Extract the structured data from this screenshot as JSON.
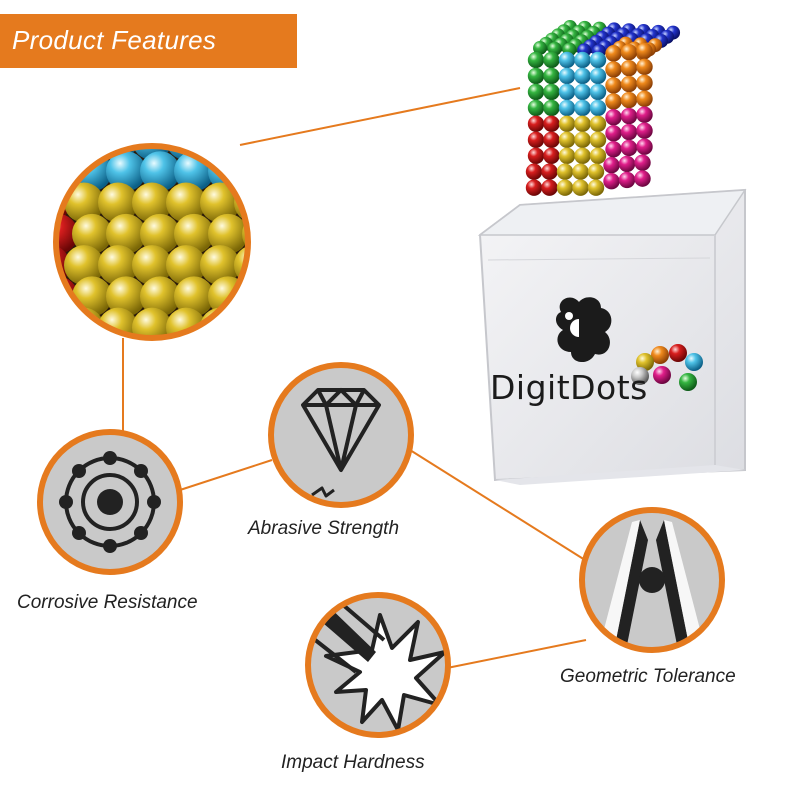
{
  "banner": {
    "title": "Product Features"
  },
  "product": {
    "brand": "DigitDots"
  },
  "features": {
    "corrosive": "Corrosive Resistance",
    "abrasive": "Abrasive Strength",
    "geometric": "Geometric Tolerance",
    "impact": "Impact Hardness"
  },
  "colors": {
    "accent": "#e57a1e",
    "icon_bg": "#c9c9c9",
    "icon_fg": "#222222"
  },
  "icons": {
    "corrosive": "atom-orbit-icon",
    "abrasive": "diamond-icon",
    "geometric": "ball-between-blades-icon",
    "impact": "impact-burst-icon"
  }
}
